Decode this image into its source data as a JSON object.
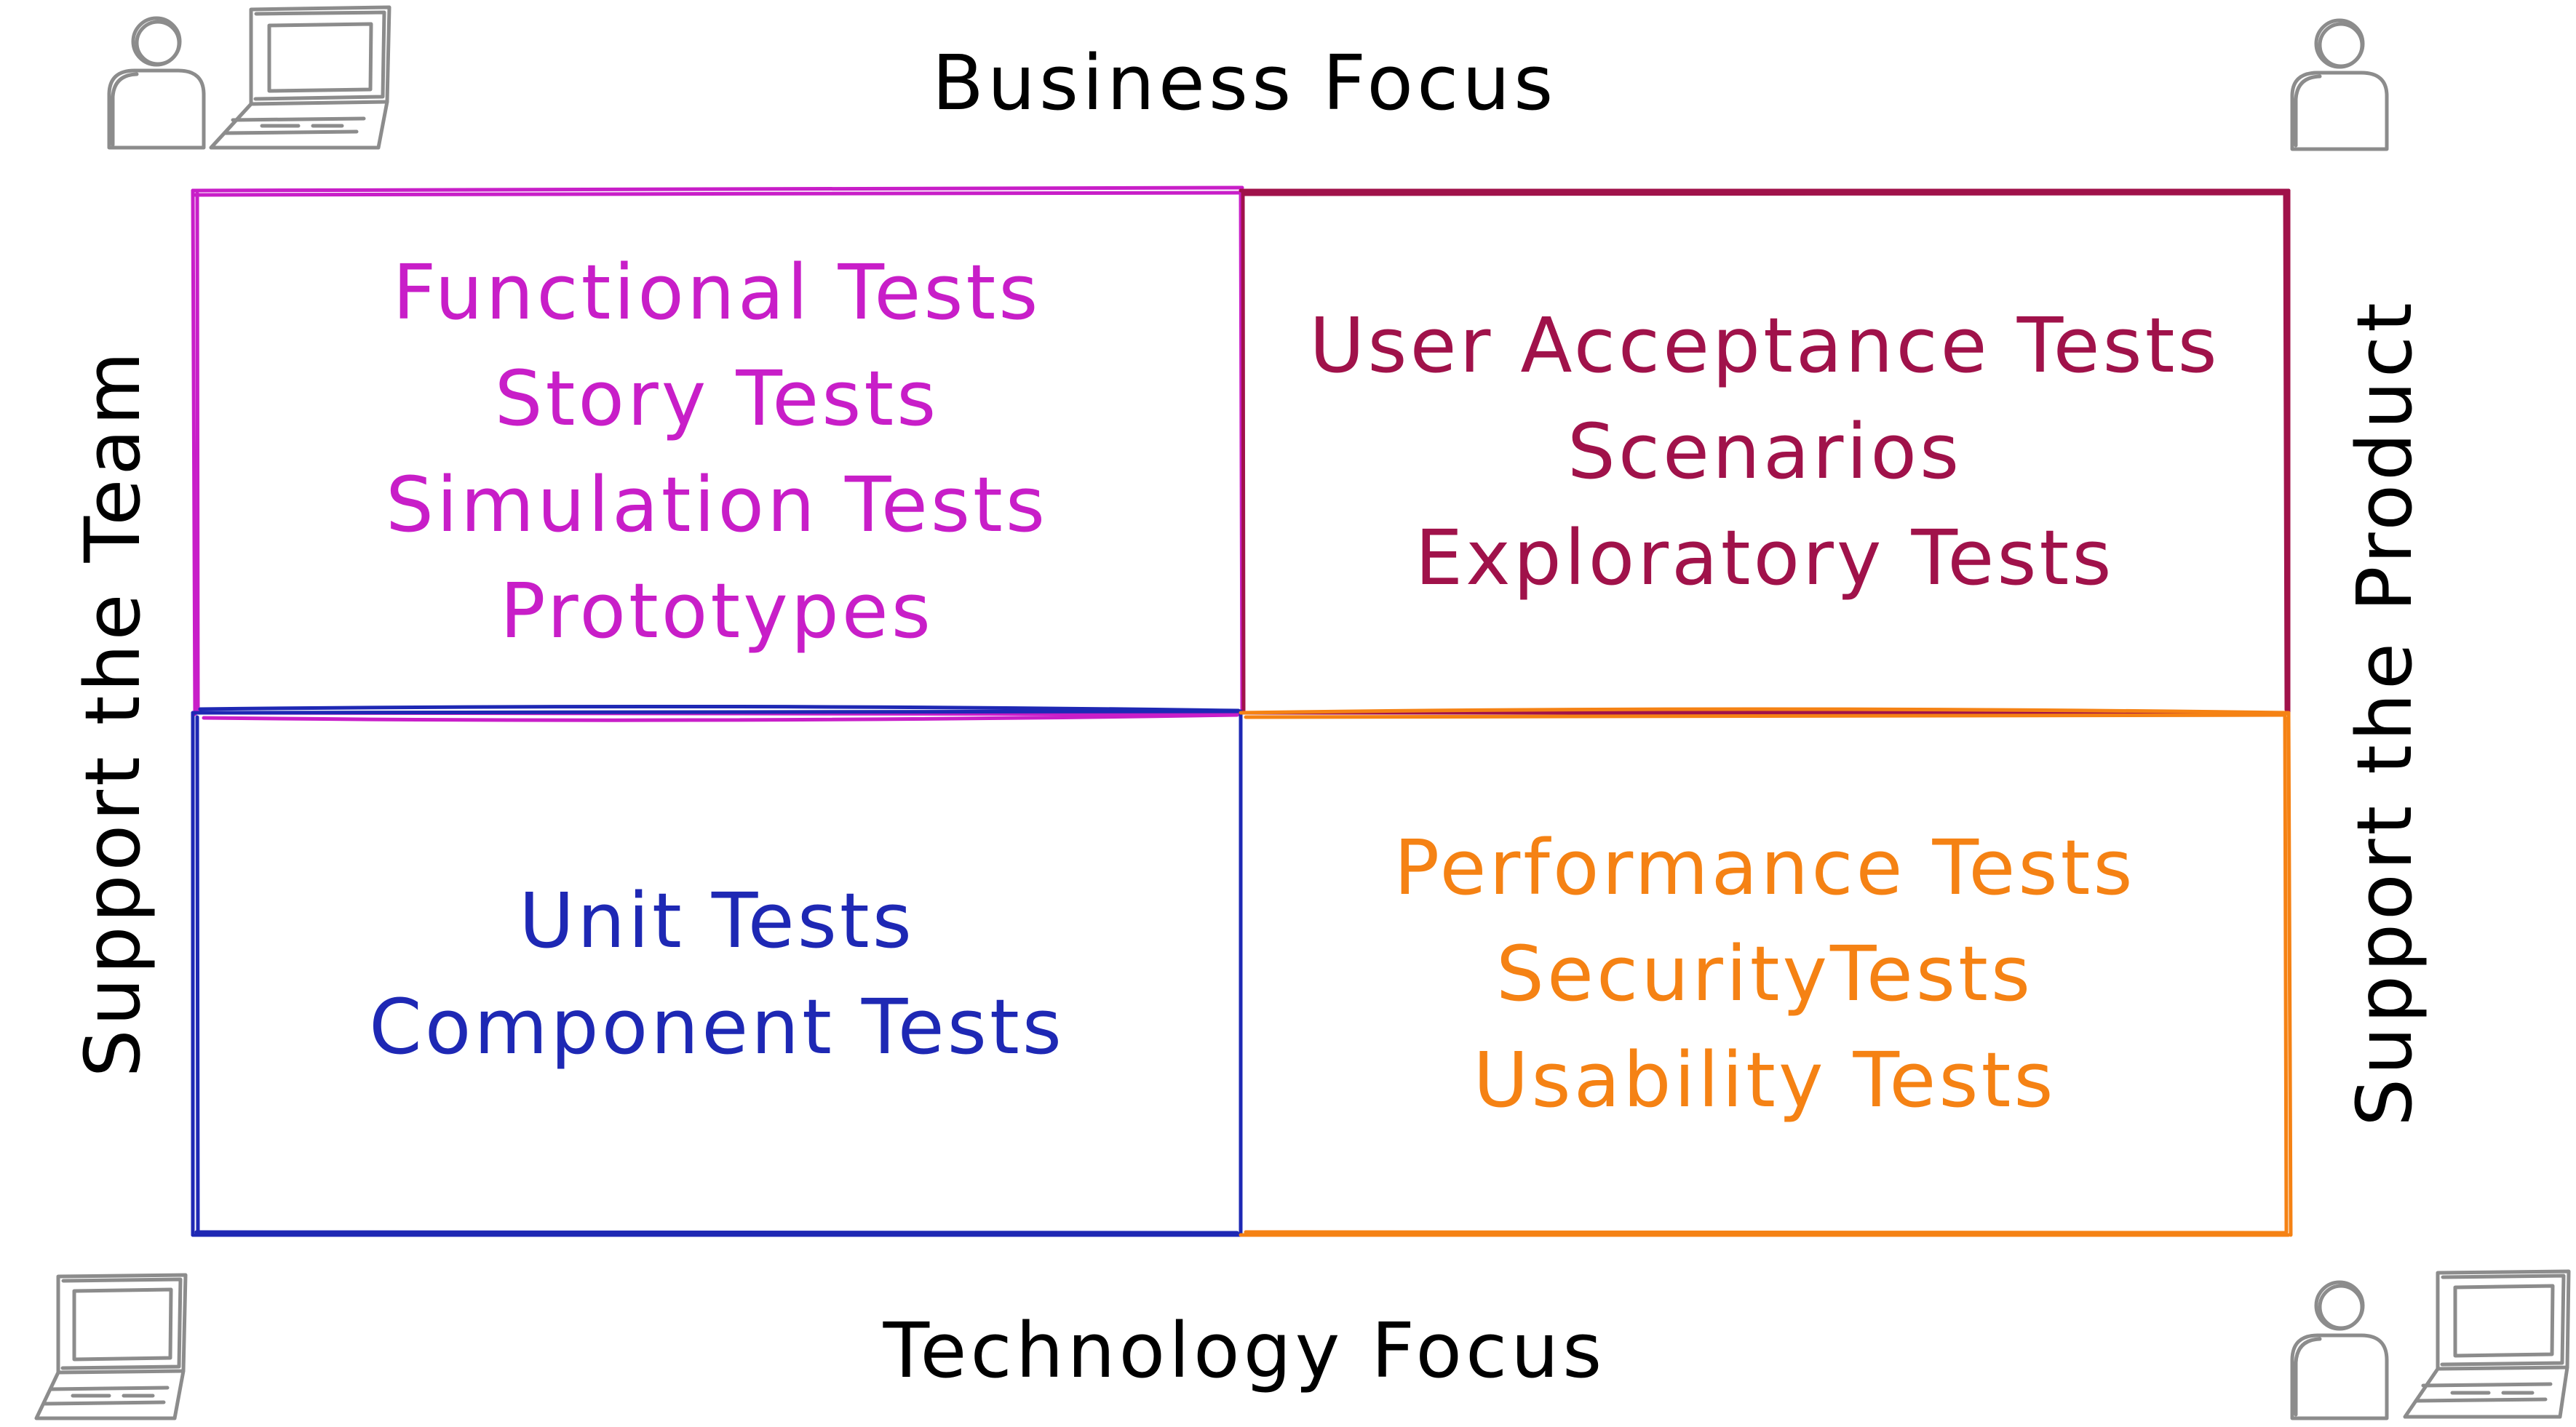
{
  "axes": {
    "top": "Business Focus",
    "bottom": "Technology Focus",
    "left": "Support the Team",
    "right": "Support the Product"
  },
  "quadrants": {
    "top_left": {
      "color": "#c81ec8",
      "items": [
        "Functional Tests",
        "Story Tests",
        "Simulation Tests",
        "Prototypes"
      ]
    },
    "top_right": {
      "color": "#a0124a",
      "items": [
        "User Acceptance Tests",
        "Scenarios",
        "Exploratory Tests"
      ]
    },
    "bottom_left": {
      "color": "#1e28b4",
      "items": [
        "Unit Tests",
        "Component Tests"
      ]
    },
    "bottom_right": {
      "color": "#f58214",
      "items": [
        "Performance Tests",
        "SecurityTests",
        "Usability Tests"
      ]
    }
  },
  "icons": {
    "top_left": "person-laptop-icon",
    "top_right": "person-icon",
    "bottom_left": "laptop-icon",
    "bottom_right": "person-laptop-icon",
    "stroke_color": "#8c8c8c"
  }
}
